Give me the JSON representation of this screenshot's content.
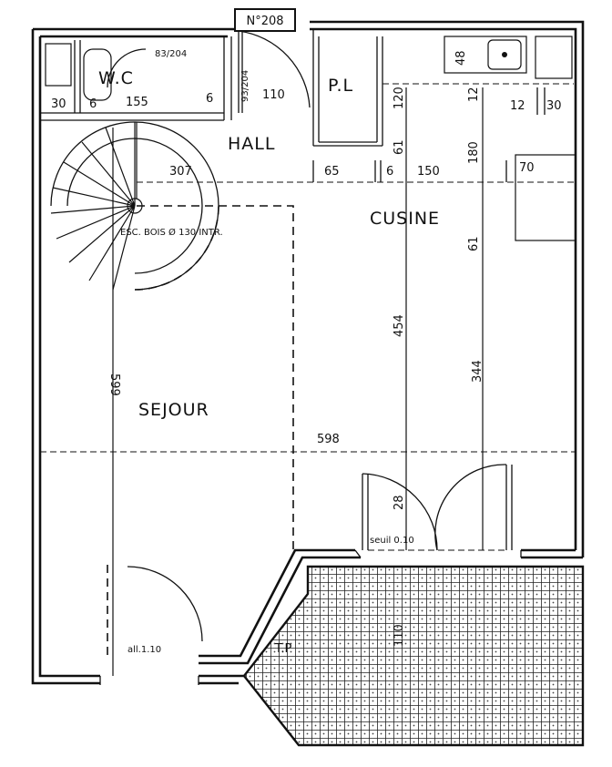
{
  "title_tag": "N°208",
  "rooms": {
    "wc": "W.C",
    "pl": "P.L",
    "hall": "HALL",
    "cuisine": "CUSINE",
    "sejour": "SEJOUR",
    "terrace": "T.P"
  },
  "door_labels": {
    "wc_door": "83/204",
    "hall_door": "93/204",
    "seuil": "seuil 0.10",
    "allege": "all.1.10"
  },
  "stair_label": "ESC. BOIS Ø 130 INTR.",
  "dimensions": {
    "wc_30": "30",
    "wc_6a": "6",
    "wc_155": "155",
    "wc_6b": "6",
    "hall_110": "110",
    "pl_120": "120",
    "k_12a": "12",
    "k_12b": "12",
    "k_30": "30",
    "k_48": "48",
    "h_61a": "61",
    "h_307": "307",
    "h_65": "65",
    "h_6": "6",
    "h_150": "150",
    "h_180": "180",
    "h_70": "70",
    "k_61": "61",
    "v_454": "454",
    "v_599": "599",
    "v_344": "344",
    "h_598": "598",
    "v_28": "28",
    "t_110": "110"
  }
}
